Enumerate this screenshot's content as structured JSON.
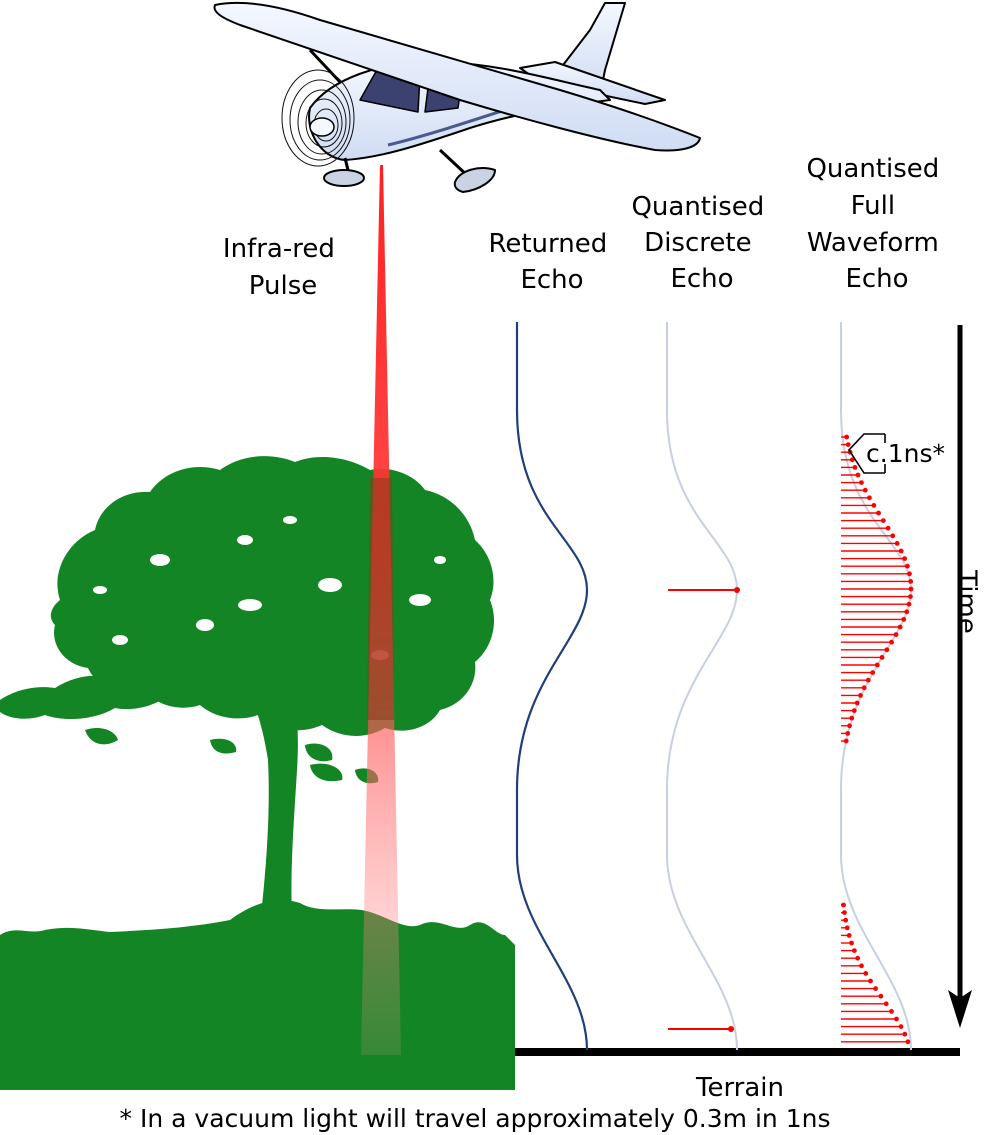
{
  "labels": {
    "pulse": [
      "Infra-red",
      "Pulse"
    ],
    "returned": [
      "Returned",
      "Echo"
    ],
    "discrete": [
      "Quantised",
      "Discrete",
      "Echo"
    ],
    "full": [
      "Quantised",
      "Full",
      "Waveform",
      "Echo"
    ],
    "time": "Time",
    "interval": "c.1ns*",
    "terrain": "Terrain",
    "footnote": "* In a vacuum light will travel approximately 0.3m in 1ns"
  },
  "colors": {
    "tree": "#138525",
    "laser": "#ff2a2a",
    "returned_curve": "#1f3f7a",
    "faded_curve": "#c6d0e0",
    "sample": "#ff0000",
    "plane_body": "#e6eefc",
    "plane_window": "#3c4270"
  },
  "icons": {
    "aircraft": "light-aircraft-icon",
    "tree": "tree-silhouette-icon"
  }
}
